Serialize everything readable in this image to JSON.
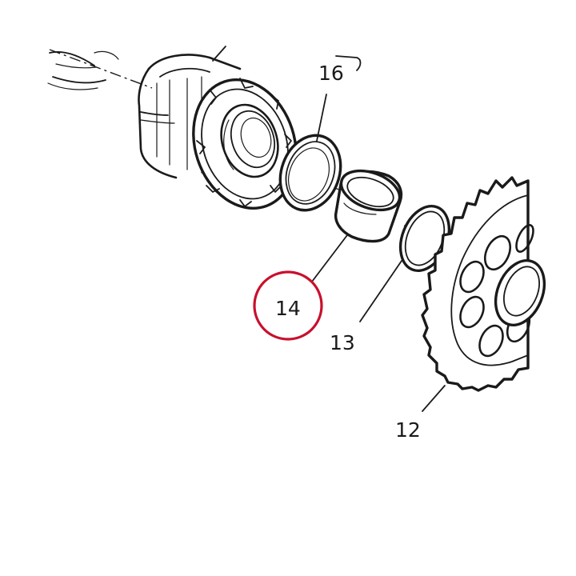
{
  "labels": {
    "part_12": "12",
    "part_13": "13",
    "part_14": "14",
    "part_16": "16"
  },
  "highlight": {
    "part": "14",
    "color": "#c8102e"
  },
  "colors": {
    "ink": "#1a1a1a",
    "background": "#ffffff"
  }
}
